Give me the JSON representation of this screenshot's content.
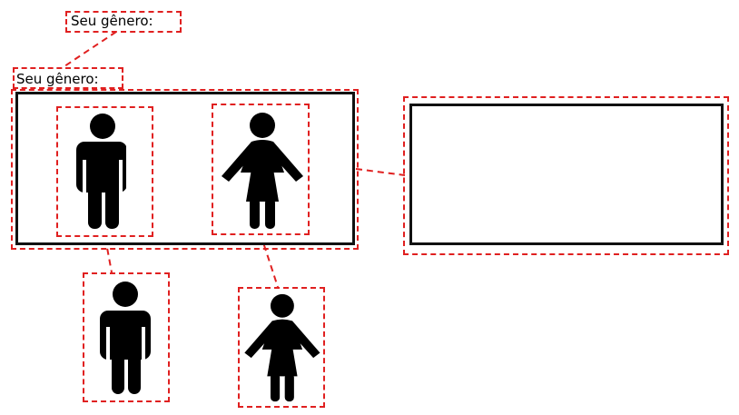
{
  "gender_label_callout": "Seu gênero:",
  "gender_label": "Seu gênero:",
  "options": [
    {
      "value": "male",
      "icon": "male-icon"
    },
    {
      "value": "female",
      "icon": "female-icon"
    }
  ],
  "colors": {
    "annotation": "#e02020",
    "border": "#111111",
    "icon": "#000000"
  }
}
